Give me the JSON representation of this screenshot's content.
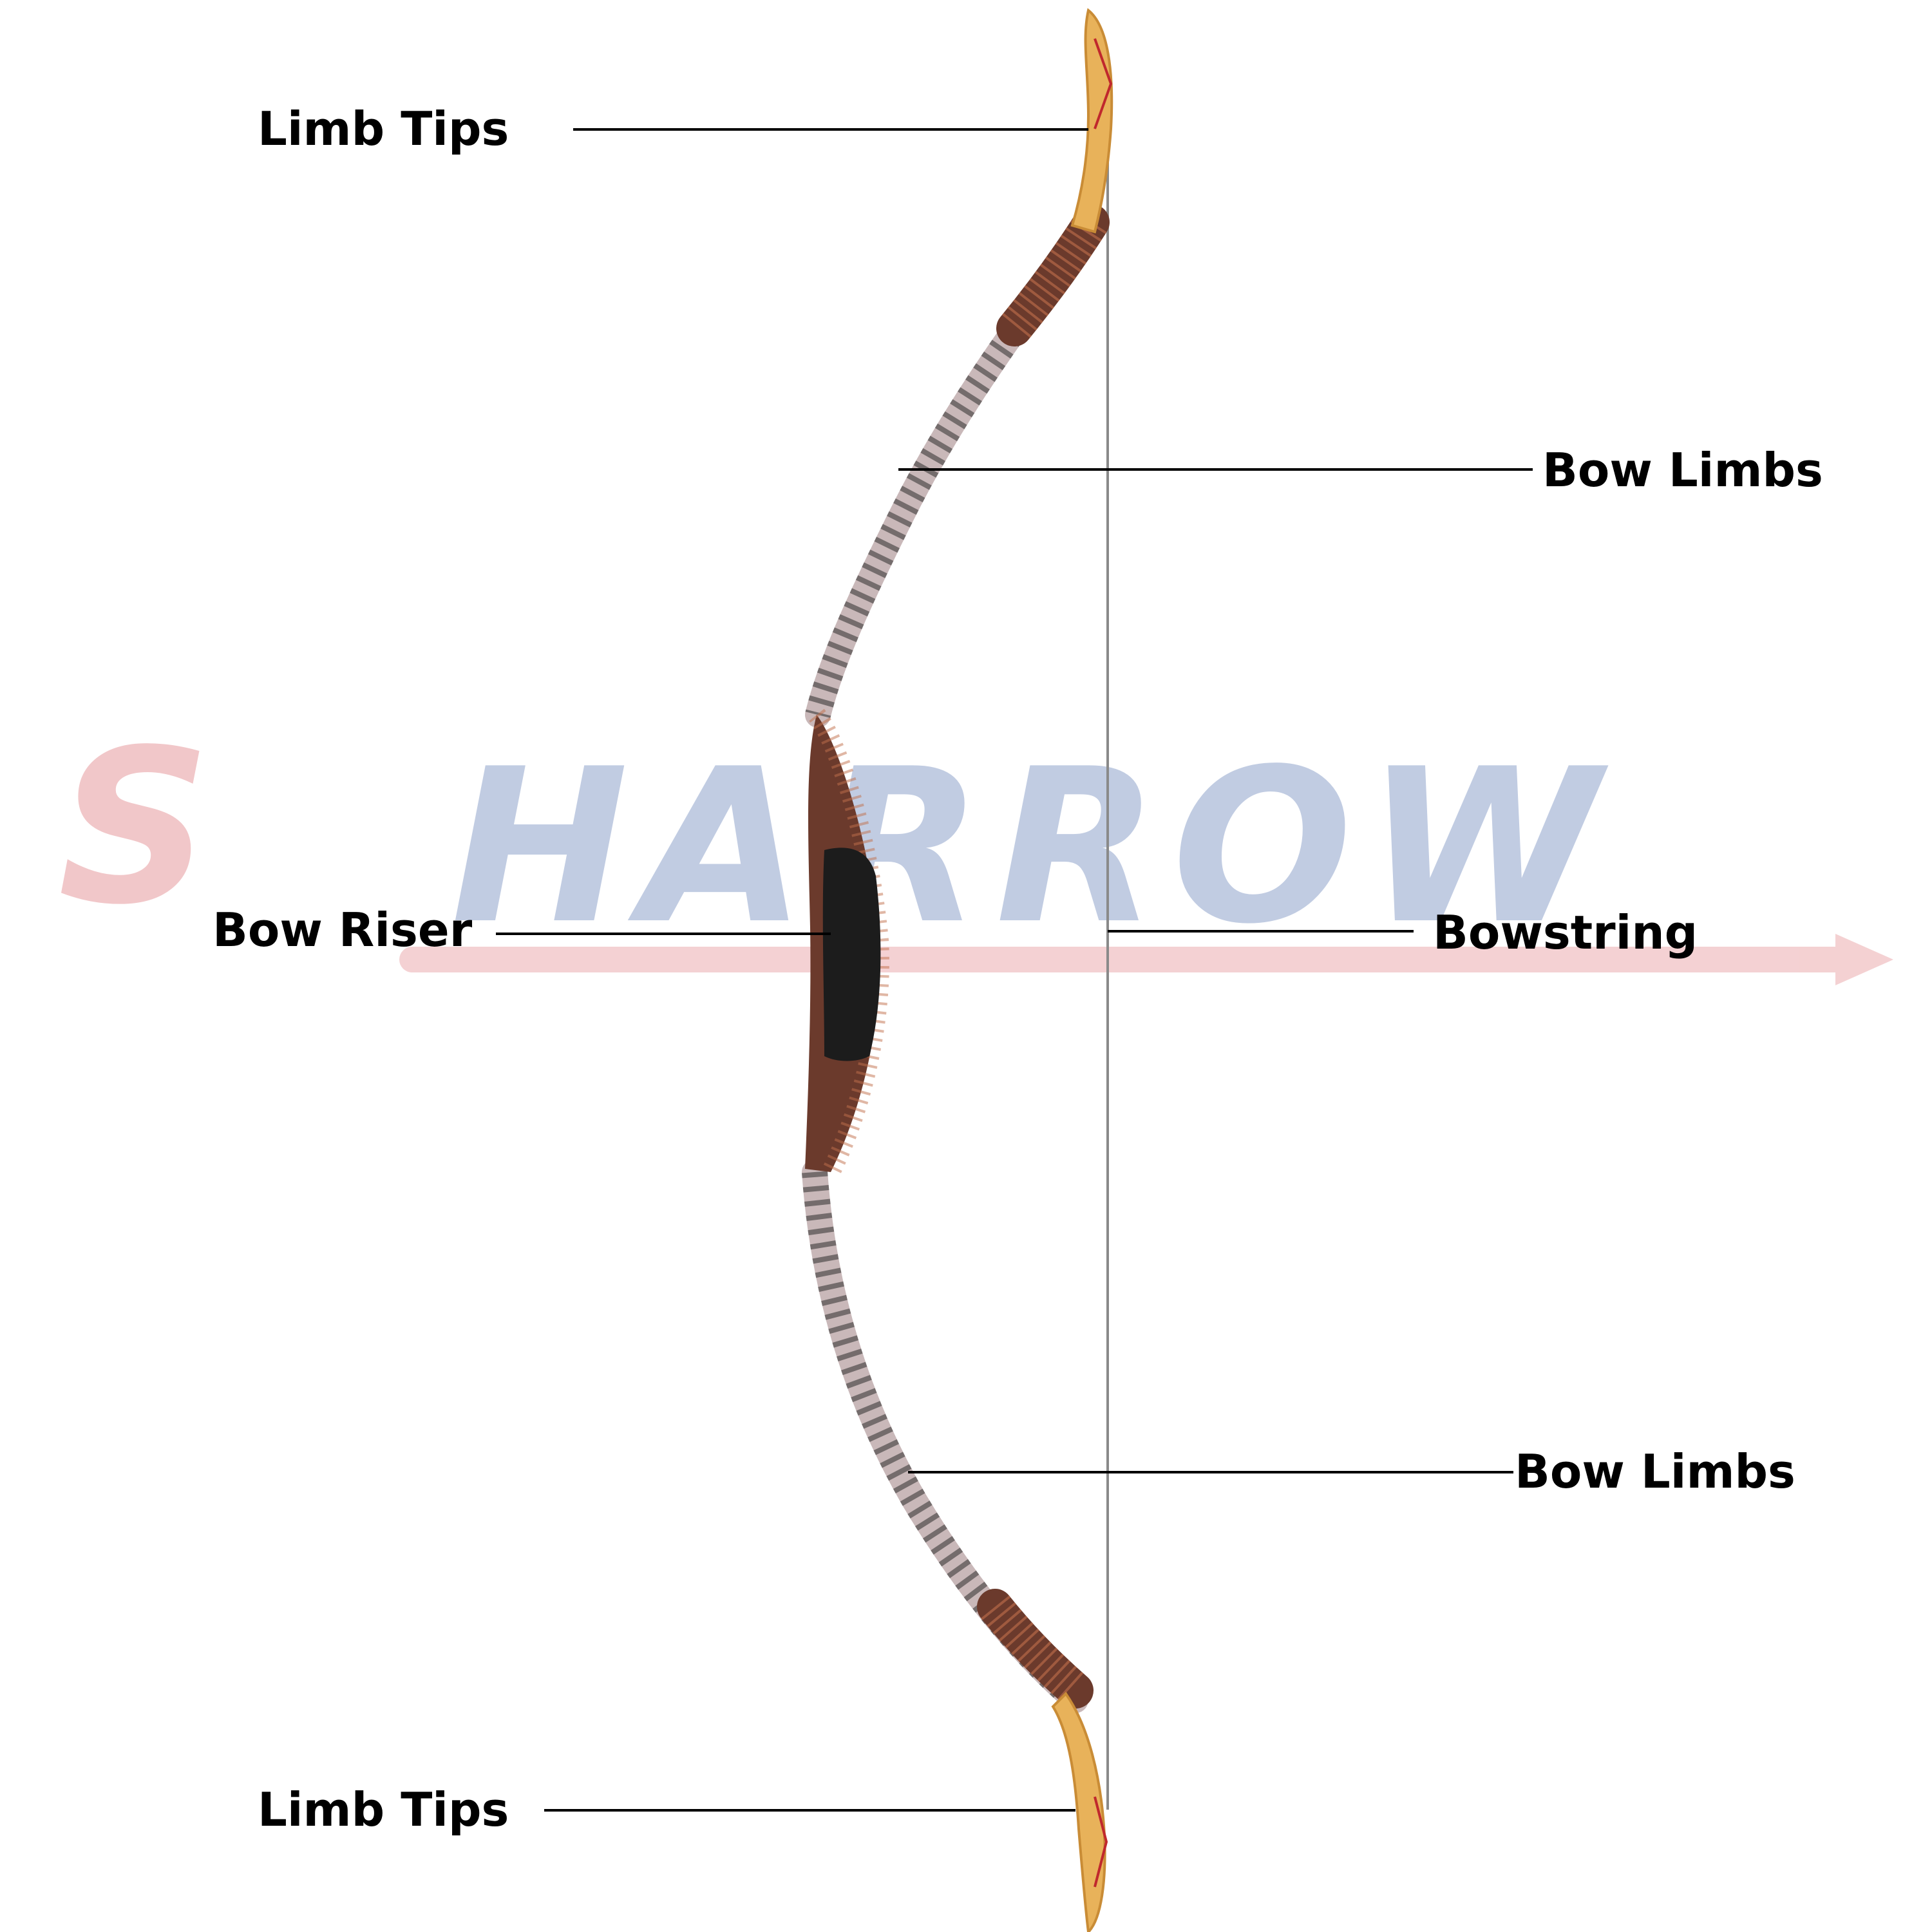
{
  "watermark": {
    "first_letter": "S",
    "rest": "HARROW",
    "first_color": "#e79a9d",
    "rest_color": "#8fa3cc"
  },
  "labels": {
    "limb_tips_top": "Limb Tips",
    "bow_limbs_top": "Bow Limbs",
    "bow_riser": "Bow Riser",
    "bowstring": "Bowstring",
    "bow_limbs_bottom": "Bow Limbs",
    "limb_tips_bottom": "Limb Tips"
  },
  "colors": {
    "bowstring": "#8a8a8a",
    "wood": "#e8b25a",
    "wrap": "#6b3a2c",
    "grip": "#1c1c1c",
    "limb": "#c9b8b9",
    "leader": "#000000"
  }
}
